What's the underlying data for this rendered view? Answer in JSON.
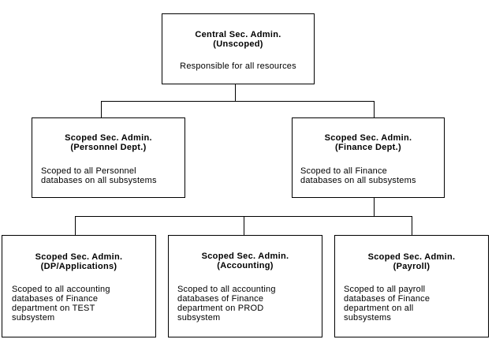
{
  "nodes": {
    "central": {
      "title": "Central Sec. Admin.\n(Unscoped)",
      "description": "Responsible for all resources"
    },
    "personnel": {
      "title": "Scoped Sec. Admin.\n(Personnel Dept.)",
      "description": "Scoped to all Personnel\ndatabases on all subsystems"
    },
    "finance": {
      "title": "Scoped Sec. Admin.\n(Finance Dept.)",
      "description": "Scoped to all Finance\ndatabases on all subsystems"
    },
    "dp_applications": {
      "title": "Scoped Sec. Admin.\n(DP/Applications)",
      "description": "Scoped to all accounting\ndatabases of Finance\ndepartment on TEST\nsubsystem"
    },
    "accounting": {
      "title": "Scoped Sec. Admin.\n(Accounting)",
      "description": "Scoped to all accounting\ndatabases of Finance\ndepartment on PROD\nsubsystem"
    },
    "payroll": {
      "title": "Scoped Sec. Admin.\n(Payroll)",
      "description": "Scoped to all payroll\ndatabases of Finance\ndepartment on all\nsubsystems"
    }
  },
  "colors": {
    "line": "#000000",
    "background": "#ffffff",
    "text": "#000000"
  }
}
